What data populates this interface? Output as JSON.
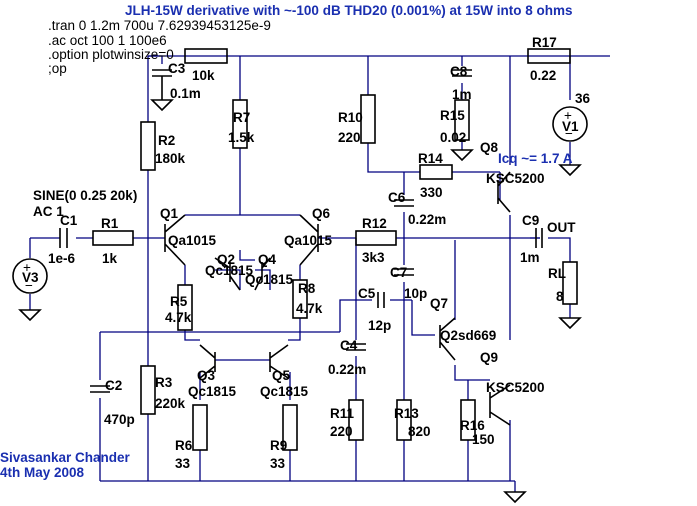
{
  "title": "JLH-15W derivative with ~-100 dB THD20 (0.001%) at 15W into 8 ohms",
  "directives": [
    ".tran 0 1.2m 700u 7.62939453125e-9",
    ".ac oct 100 1 100e6",
    ".option plotwinsize=0",
    ";op"
  ],
  "author": "Sivasankar Chander",
  "date": "4th May 2008",
  "iq_note": "Icq ~= 1.7 A",
  "source_label": "SINE(0 0.25 20k)",
  "ac_label": "AC 1",
  "out_label": "OUT",
  "components": [
    {
      "id": "C1",
      "ref": "C1",
      "value": "1e-6"
    },
    {
      "id": "R1",
      "ref": "R1",
      "value": "1k"
    },
    {
      "id": "V3",
      "ref": "V3",
      "value": ""
    },
    {
      "id": "C3",
      "ref": "C3",
      "value": "0.1m"
    },
    {
      "id": "R2",
      "ref": "R2",
      "value": "180k"
    },
    {
      "id": "R3",
      "ref": "R3",
      "value": "220k"
    },
    {
      "id": "C2",
      "ref": "C2",
      "value": "470p"
    },
    {
      "id": "R4",
      "ref": "",
      "value": "10k"
    },
    {
      "id": "R7",
      "ref": "R7",
      "value": "1.5k"
    },
    {
      "id": "R5",
      "ref": "R5",
      "value": "4.7k"
    },
    {
      "id": "R8",
      "ref": "R8",
      "value": "4.7k"
    },
    {
      "id": "R6",
      "ref": "R6",
      "value": "33"
    },
    {
      "id": "R9",
      "ref": "R9",
      "value": "33"
    },
    {
      "id": "Q1",
      "ref": "Q1",
      "value": "Qa1015"
    },
    {
      "id": "Q6",
      "ref": "Q6",
      "value": "Qa1015"
    },
    {
      "id": "Q2",
      "ref": "Q2",
      "value": "Qc1815"
    },
    {
      "id": "Q4",
      "ref": "Q4",
      "value": "Qc1815"
    },
    {
      "id": "Q3",
      "ref": "Q3",
      "value": "Qc1815"
    },
    {
      "id": "Q5",
      "ref": "Q5",
      "value": "Qc1815"
    },
    {
      "id": "R10",
      "ref": "R10",
      "value": "220"
    },
    {
      "id": "R12",
      "ref": "R12",
      "value": "3k3"
    },
    {
      "id": "C4",
      "ref": "C4",
      "value": "0.22m"
    },
    {
      "id": "R11",
      "ref": "R11",
      "value": "220"
    },
    {
      "id": "C5",
      "ref": "C5",
      "value": "12p"
    },
    {
      "id": "C7",
      "ref": "C7",
      "value": "10p"
    },
    {
      "id": "C6",
      "ref": "C6",
      "value": "0.22m"
    },
    {
      "id": "R14",
      "ref": "R14",
      "value": "330"
    },
    {
      "id": "R13",
      "ref": "R13",
      "value": "820"
    },
    {
      "id": "Q7",
      "ref": "Q7",
      "value": "Q2sd669"
    },
    {
      "id": "C8",
      "ref": "C8",
      "value": "1m"
    },
    {
      "id": "R15",
      "ref": "R15",
      "value": "0.02"
    },
    {
      "id": "Q8",
      "ref": "Q8",
      "value": "KSC5200"
    },
    {
      "id": "Q9",
      "ref": "Q9",
      "value": "KSC5200"
    },
    {
      "id": "R16",
      "ref": "R16",
      "value": "150"
    },
    {
      "id": "R17",
      "ref": "R17",
      "value": "0.22"
    },
    {
      "id": "V1",
      "ref": "V1",
      "value": "36"
    },
    {
      "id": "C9",
      "ref": "C9",
      "value": "1m"
    },
    {
      "id": "RL",
      "ref": "RL",
      "value": "8"
    }
  ]
}
